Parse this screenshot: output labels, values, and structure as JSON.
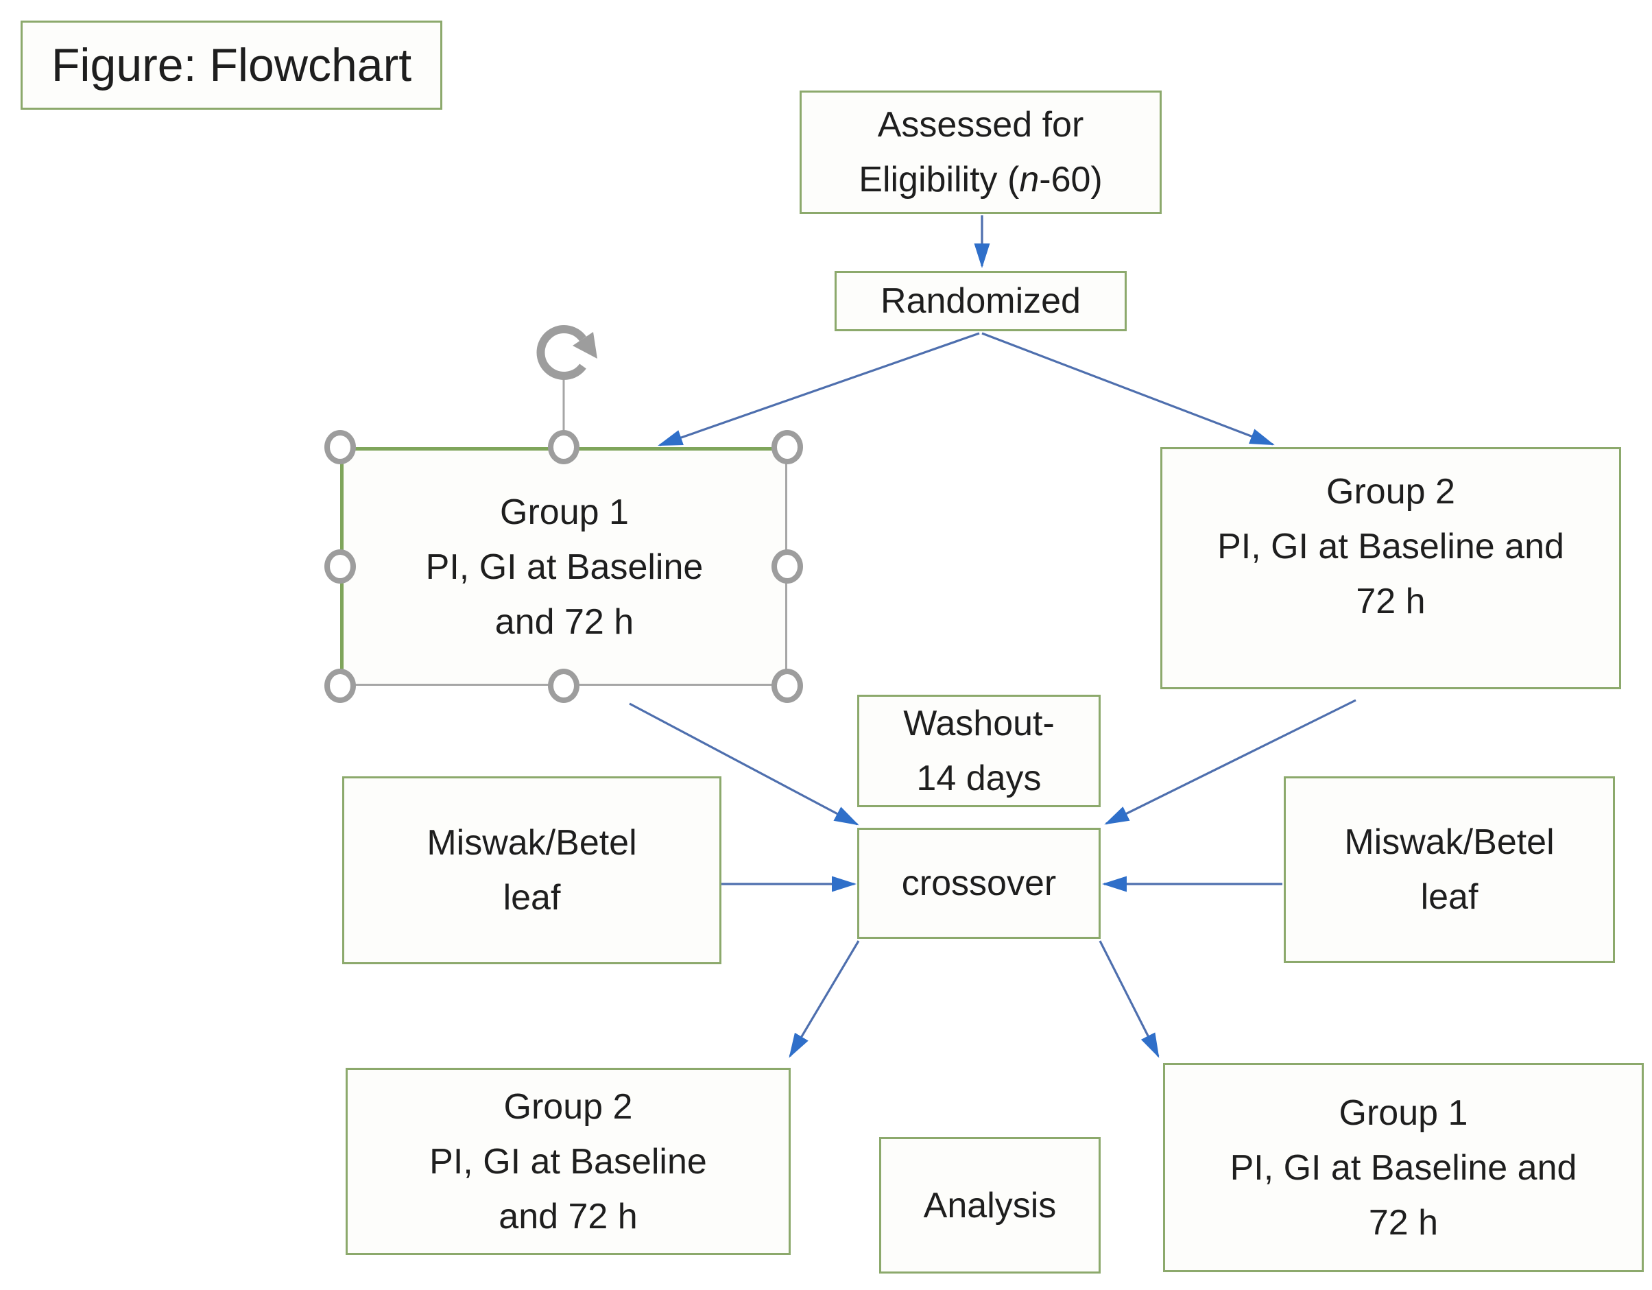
{
  "figure": {
    "label": "Figure: Flowchart"
  },
  "nodes": {
    "assessed": {
      "line1": "Assessed for",
      "line2_pre": "Eligibility (",
      "line2_italic": "n",
      "line2_post": "-60)"
    },
    "randomized": {
      "label": "Randomized"
    },
    "group1_top": {
      "line1": "Group 1",
      "line2": "PI, GI at Baseline",
      "line3": "and 72 h"
    },
    "group2_top": {
      "line1": "Group 2",
      "line2": "PI, GI at Baseline and",
      "line3": "72 h"
    },
    "washout": {
      "line1": "Washout-",
      "line2": "14 days"
    },
    "crossover": {
      "label": "crossover"
    },
    "miswak_left": {
      "line1": "Miswak/Betel",
      "line2": "leaf"
    },
    "miswak_right": {
      "line1": "Miswak/Betel",
      "line2": "leaf"
    },
    "group2_bottom": {
      "line1": "Group 2",
      "line2": "PI, GI at Baseline",
      "line3": "and 72 h"
    },
    "analysis": {
      "label": "Analysis"
    },
    "group1_bottom": {
      "line1": "Group 1",
      "line2": "PI, GI at Baseline and",
      "line3": "72 h"
    }
  },
  "edges": [
    {
      "from": "assessed",
      "to": "randomized"
    },
    {
      "from": "randomized",
      "to": "group1_top"
    },
    {
      "from": "randomized",
      "to": "group2_top"
    },
    {
      "from": "group1_top",
      "to": "crossover"
    },
    {
      "from": "group2_top",
      "to": "crossover"
    },
    {
      "from": "miswak_left",
      "to": "crossover"
    },
    {
      "from": "miswak_right",
      "to": "crossover"
    },
    {
      "from": "crossover",
      "to": "group2_bottom"
    },
    {
      "from": "crossover",
      "to": "group1_bottom"
    }
  ],
  "colors": {
    "box_border": "#8ca96c",
    "selected_box_border": "#7fa55b",
    "selection_gray": "#9d9d9d",
    "arrow_line": "#4e6fae",
    "arrow_head": "#2f6fc9",
    "text": "#1e1e1e"
  }
}
